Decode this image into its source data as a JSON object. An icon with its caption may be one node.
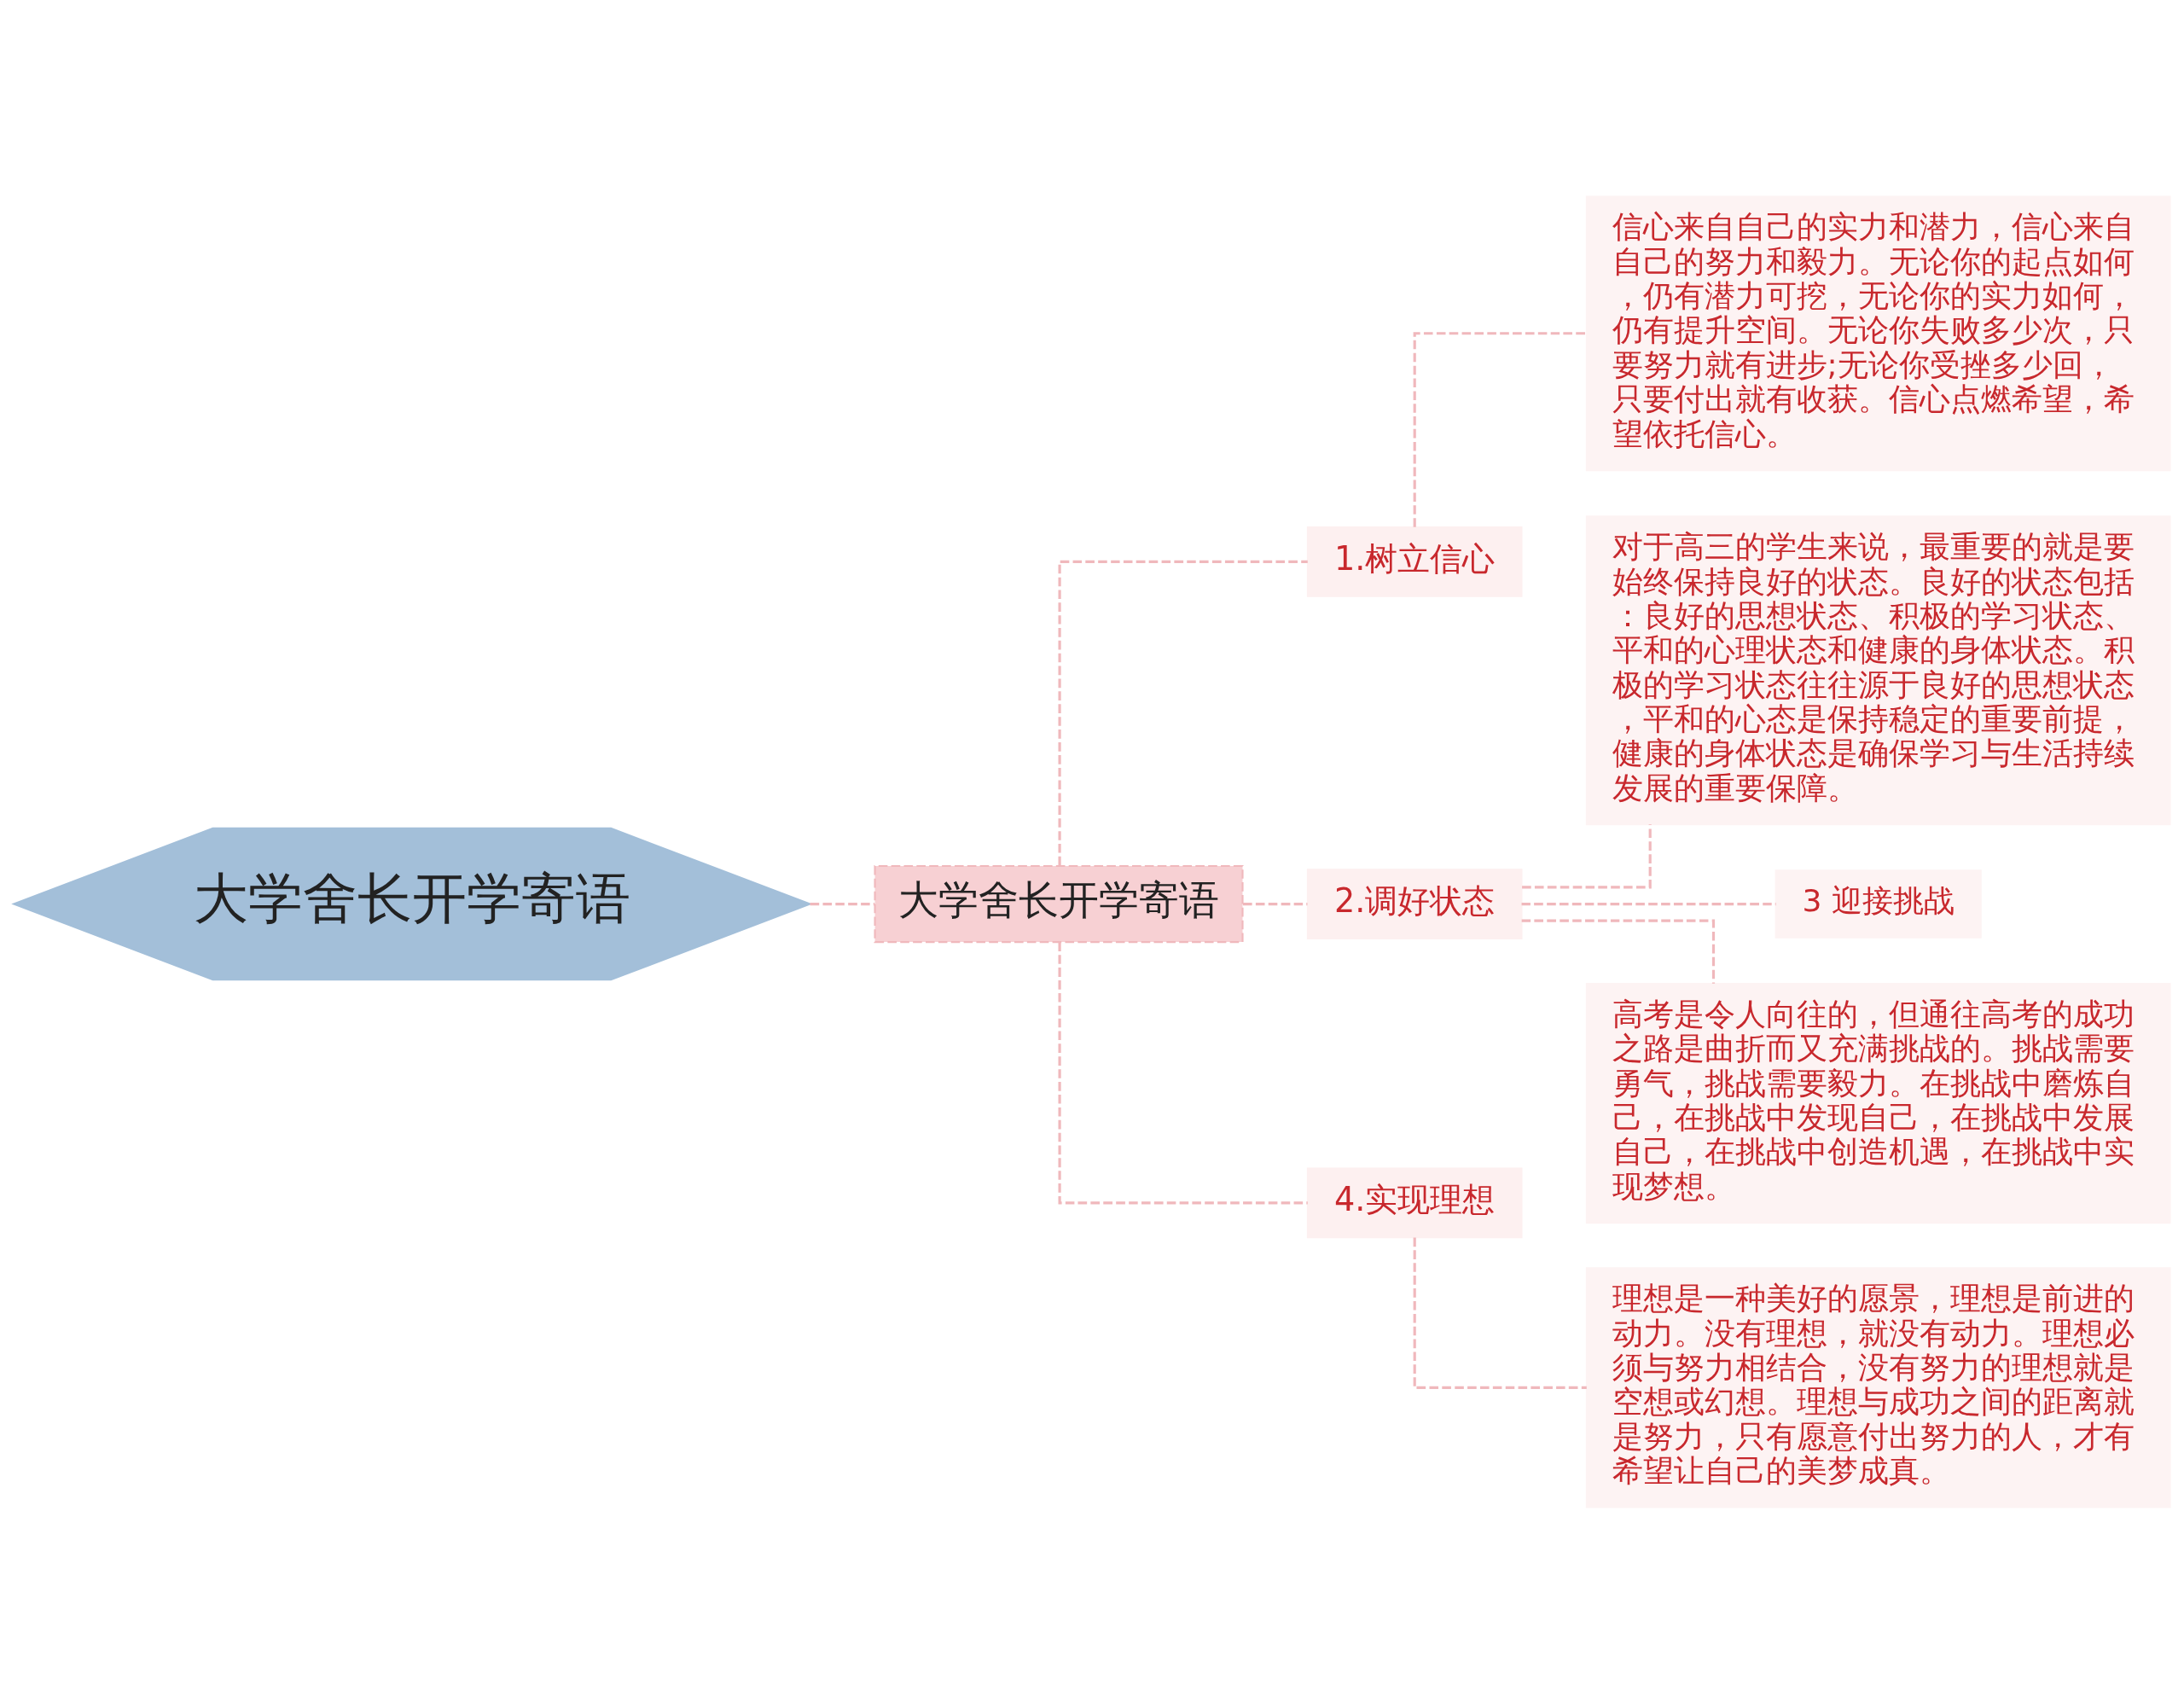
{
  "diagram": {
    "nodes": [
      {
        "text": [
          "大学舍长开学寄语"
        ]
      },
      {
        "text": [
          "大学舍长开学寄语"
        ]
      },
      {
        "text": [
          "1.树立信心"
        ]
      },
      {
        "text": [
          "信心来自自己的实力和潜力，信心来自自己的努力和毅力。无论你的起点如何，仍有潜力可挖，无论你的实力如何，仍有提升空间。无论你失败多少次，只要努力就有进步;无论你受挫多少回，只要付出就有收获。信心点燃希望，希望依托信心。"
        ]
      },
      {
        "text": [
          "2.调好状态"
        ]
      },
      {
        "text": [
          "对于高三的学生来说，最重要的就是要始终保持良好的状态。良好的状态包括：良好的思想状态、积极的学习状态、平和的心理状态和健康的身体状态。积极的学习状态往往源于良好的思想状态，平和的心态是保持稳定的重要前提，健康的身体状态是确保学习与生活持续发展的重要保障。"
        ]
      },
      {
        "text": [
          "3 迎接挑战"
        ]
      },
      {
        "text": [
          "高考是令人向往的，但通往高考的成功之路是曲折而又充满挑战的。挑战需要勇气，挑战需要毅力。在挑战中磨炼自己，在挑战中发现自己，在挑战中发展自己，在挑战中创造机遇，在挑战中实现梦想。"
        ]
      },
      {
        "text": [
          "4.实现理想"
        ]
      },
      {
        "text": [
          "理想是一种美好的愿景，理想是前进的动力。没有理想，就没有动力。理想必须与努力相结合，没有努力的理想就是空想或幻想。理想与成功之间的距离就是努力，只有愿意付出努力的人，才有希望让自己的美梦成真。"
        ]
      }
    ],
    "edges": [
      {
        "from": 0,
        "to": 1,
        "arrow": "none",
        "style": "dashed"
      },
      {
        "from": 1,
        "to": 2,
        "arrow": "none",
        "style": "dashed"
      },
      {
        "from": 2,
        "to": 3,
        "arrow": "none",
        "style": "dashed"
      },
      {
        "from": 1,
        "to": 4,
        "arrow": "none",
        "style": "dashed"
      },
      {
        "from": 4,
        "to": 5,
        "arrow": "none",
        "style": "dashed"
      },
      {
        "from": 4,
        "to": 6,
        "arrow": "none",
        "style": "dashed"
      },
      {
        "from": 4,
        "to": 7,
        "arrow": "none",
        "style": "dashed"
      },
      {
        "from": 1,
        "to": 8,
        "arrow": "none",
        "style": "dashed"
      },
      {
        "from": 8,
        "to": 9,
        "arrow": "none",
        "style": "dashed"
      }
    ]
  }
}
